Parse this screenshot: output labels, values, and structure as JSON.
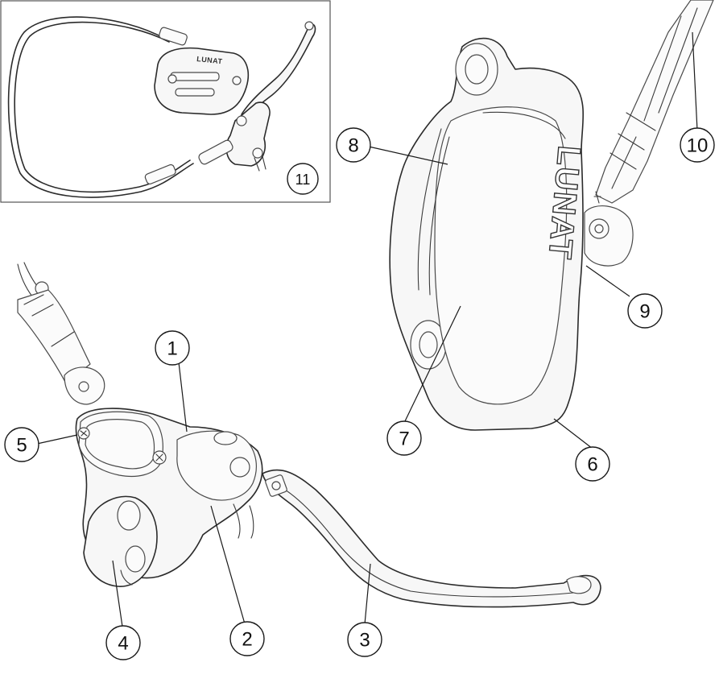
{
  "brand_text": "LUNAT",
  "callouts": [
    "1",
    "2",
    "3",
    "4",
    "5",
    "6",
    "7",
    "8",
    "9",
    "10",
    "11"
  ],
  "colors": {
    "line": "#2b2b2b",
    "fill": "#f7f7f7",
    "background": "#ffffff"
  }
}
